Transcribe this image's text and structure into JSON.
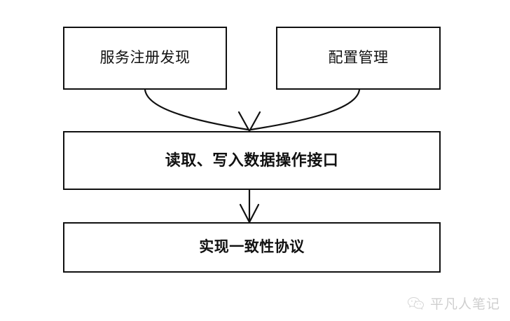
{
  "diagram": {
    "title": "",
    "background_color": "#ffffff",
    "line_color": "#111111",
    "nodes": [
      {
        "id": "service-registry",
        "label": "服务注册发现"
      },
      {
        "id": "config-mgmt",
        "label": "配置管理"
      },
      {
        "id": "data-api",
        "label": "读取、写入数据操作接口"
      },
      {
        "id": "consistency",
        "label": "实现一致性协议"
      }
    ],
    "edges": [
      {
        "from": "service-registry",
        "to": "data-api",
        "style": "curved",
        "arrowhead": true
      },
      {
        "from": "config-mgmt",
        "to": "data-api",
        "style": "curved",
        "arrowhead": true
      },
      {
        "from": "data-api",
        "to": "consistency",
        "style": "straight",
        "arrowhead": true
      }
    ]
  },
  "watermark": {
    "icon": "wechat-icon",
    "text": "平凡人笔记",
    "color": "#8d8d8d"
  }
}
